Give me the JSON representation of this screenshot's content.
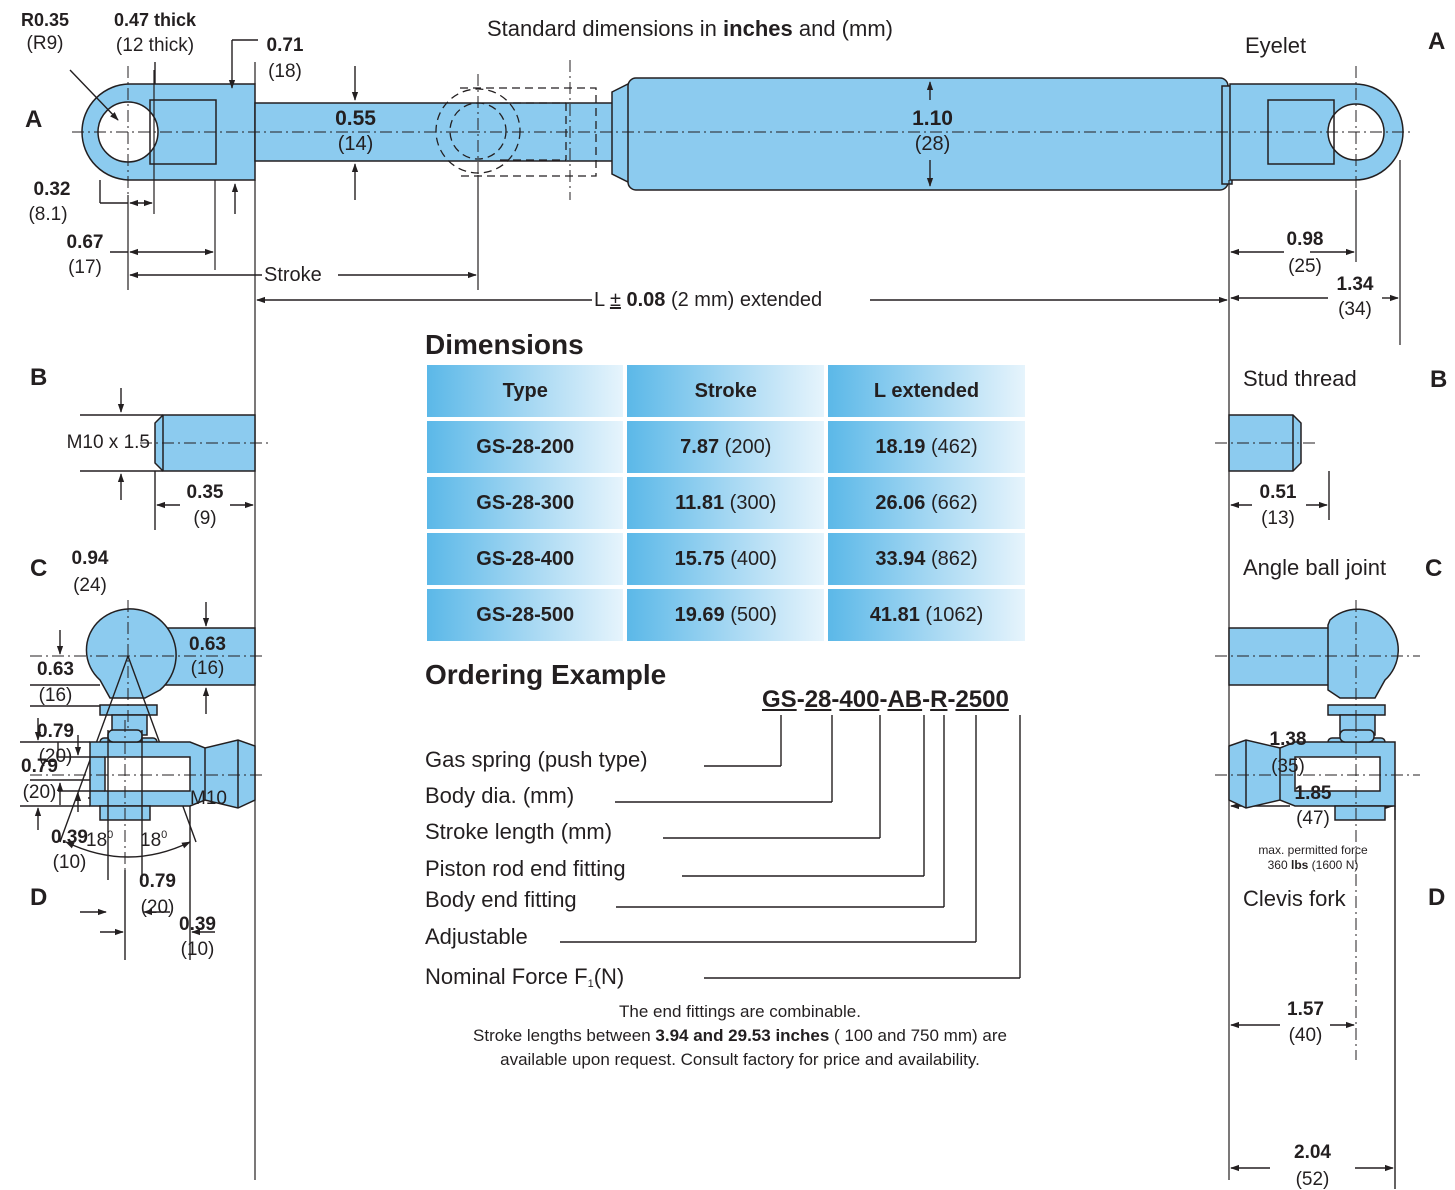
{
  "header": {
    "title_pre": "Standard dimensions in ",
    "title_bold": "inches",
    "title_post": " and (mm)"
  },
  "sections": {
    "A_left": "A",
    "A_right": "A",
    "B_left": "B",
    "B_right": "B",
    "C_left": "C",
    "C_right": "C",
    "D_left": "D",
    "D_right": "D"
  },
  "fittings": {
    "eyelet": "Eyelet",
    "stud_thread": "Stud thread",
    "angle_ball_joint": "Angle ball joint",
    "clevis_fork": "Clevis fork",
    "max_force_line1": "max. permitted force",
    "max_force_pre": "360 ",
    "max_force_bold": "lbs",
    "max_force_post": " (1600 N)"
  },
  "dims_a": {
    "r_in": "R0.35",
    "r_mm": "(R9)",
    "thick_in": "0.47 thick",
    "thick_mm": "(12 thick)",
    "d071_in": "0.71",
    "d071_mm": "(18)",
    "rod_in": "0.55",
    "rod_mm": "(14)",
    "body_in": "1.10",
    "body_mm": "(28)",
    "d032_in": "0.32",
    "d032_mm": "(8.1)",
    "d067_in": "0.67",
    "d067_mm": "(17)",
    "stroke": "Stroke",
    "l_pre": "L ",
    "l_pm": "±",
    "l_bold": " 0.08",
    "l_post": " (2 mm) extended",
    "d098_in": "0.98",
    "d098_mm": "(25)",
    "d134_in": "1.34",
    "d134_mm": "(34)"
  },
  "dims_b": {
    "thread": "M10 x 1.5",
    "d035_in": "0.35",
    "d035_mm": "(9)",
    "d051_in": "0.51",
    "d051_mm": "(13)"
  },
  "dims_c": {
    "d094_in": "0.94",
    "d094_mm": "(24)",
    "d063a_in": "0.63",
    "d063a_mm": "(16)",
    "d063b_in": "0.63",
    "d063b_mm": "(16)",
    "d079_in": "0.79",
    "d079_mm": "(20)",
    "m10": "M10",
    "angle1": "18",
    "angle2": "18",
    "deg": "0",
    "d138_in": "1.38",
    "d138_mm": "(35)",
    "d185_in": "1.85",
    "d185_mm": "(47)"
  },
  "dims_d": {
    "d039a_in": "0.39",
    "d039a_mm": "(10)",
    "d079a_in": "0.79",
    "d079a_mm": "(20)",
    "d039b_in": "0.39",
    "d039b_mm": "(10)",
    "d079b_in": "0.79",
    "d079b_mm": "(20)",
    "d157_in": "1.57",
    "d157_mm": "(40)",
    "d204_in": "2.04",
    "d204_mm": "(52)"
  },
  "dimensions_table": {
    "title": "Dimensions",
    "headers": [
      "Type",
      "Stroke",
      "L extended"
    ],
    "rows": [
      {
        "type": "GS-28-200",
        "stroke_in": "7.87",
        "stroke_mm": " (200)",
        "l_in": "18.19",
        "l_mm": " (462)"
      },
      {
        "type": "GS-28-300",
        "stroke_in": "11.81",
        "stroke_mm": " (300)",
        "l_in": "26.06",
        "l_mm": " (662)"
      },
      {
        "type": "GS-28-400",
        "stroke_in": "15.75",
        "stroke_mm": " (400)",
        "l_in": "33.94",
        "l_mm": " (862)"
      },
      {
        "type": "GS-28-500",
        "stroke_in": "19.69",
        "stroke_mm": " (500)",
        "l_in": "41.81",
        "l_mm": " (1062)"
      }
    ]
  },
  "ordering": {
    "title": "Ordering Example",
    "code_parts": [
      "GS",
      "28",
      "400",
      "AB",
      "R",
      "2500"
    ],
    "separator": "-",
    "labels": [
      "Gas spring (push type)",
      "Body dia. (mm)",
      "Stroke length (mm)",
      "Piston rod end fitting",
      "Body end fitting",
      "Adjustable"
    ],
    "force_pre": "Nominal Force F",
    "force_sub": "1",
    "force_post": "(N)",
    "note1": "The end fittings are combinable.",
    "note2_pre": "Stroke lengths between ",
    "note2_bold": "3.94 and 29.53 inches",
    "note2_post": " ( 100 and 750 mm) are",
    "note3": "available upon request. Consult factory for price and availability."
  },
  "colors": {
    "part_fill": "#8ccbef",
    "part_stroke": "#231f20",
    "table_dark": "#5bb8e8",
    "table_light": "#e6f4fc"
  }
}
